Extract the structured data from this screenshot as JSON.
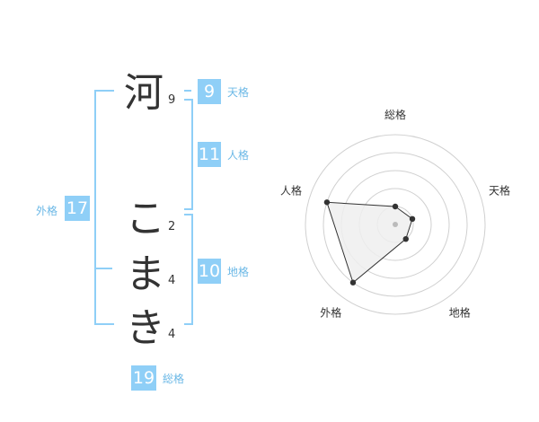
{
  "name_chars": [
    {
      "char": "河",
      "strokes": "9"
    },
    {
      "char": "こ",
      "strokes": "2"
    },
    {
      "char": "ま",
      "strokes": "4"
    },
    {
      "char": "き",
      "strokes": "4"
    }
  ],
  "fortunes": {
    "tenkaku": {
      "label": "天格",
      "value": "9"
    },
    "jinkaku": {
      "label": "人格",
      "value": "11"
    },
    "chikaku": {
      "label": "地格",
      "value": "10"
    },
    "gaikaku": {
      "label": "外格",
      "value": "17"
    },
    "soukaku": {
      "label": "総格",
      "value": "19"
    }
  },
  "chart_data": {
    "type": "radar",
    "axes": [
      "総格",
      "天格",
      "地格",
      "外格",
      "人格"
    ],
    "values": [
      1,
      1,
      1,
      4,
      4
    ],
    "range": [
      0,
      5
    ],
    "rings": 5
  },
  "colors": {
    "accent": "#8fcff7",
    "accent_text": "#6bb8e6",
    "ring": "#d0d0d0",
    "fill": "#eeeeee",
    "line": "#333333"
  }
}
